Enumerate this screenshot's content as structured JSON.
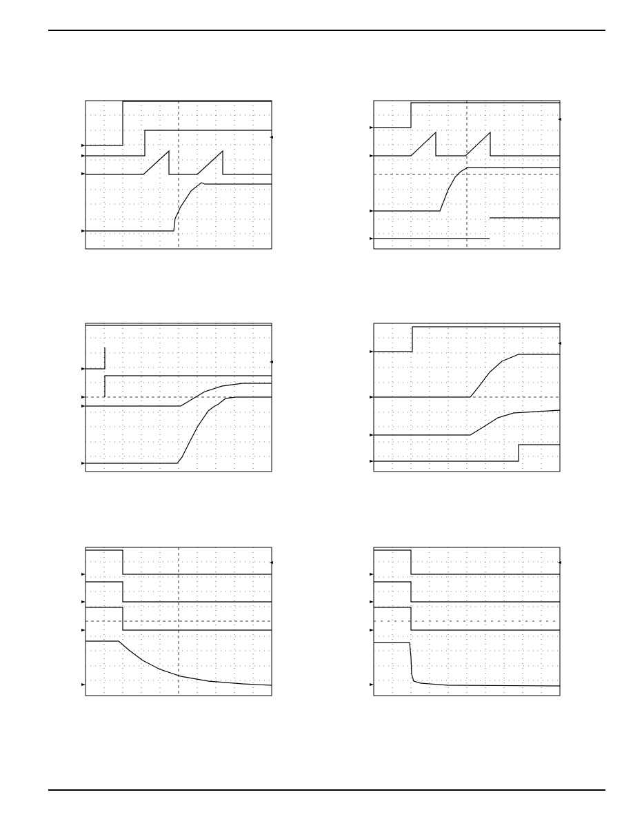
{
  "colors": {
    "ink": "#000000",
    "background": "#ffffff"
  },
  "page": {
    "rules": [
      "top-rule",
      "bottom-rule"
    ]
  },
  "scopes": [
    {
      "id": "scope-1",
      "description_none": "",
      "cursor": true,
      "right_marker": true,
      "channel_markers": 4
    },
    {
      "id": "scope-2",
      "description_none": "",
      "cursor": true,
      "right_marker": true,
      "channel_markers": 4
    },
    {
      "id": "scope-3",
      "description_none": "",
      "cursor": false,
      "right_marker": true,
      "channel_markers": 4
    },
    {
      "id": "scope-4",
      "description_none": "",
      "cursor": false,
      "right_marker": true,
      "channel_markers": 4
    },
    {
      "id": "scope-5",
      "description_none": "",
      "cursor": true,
      "right_marker": true,
      "channel_markers": 4
    },
    {
      "id": "scope-6",
      "description_none": "",
      "cursor": false,
      "right_marker": true,
      "channel_markers": 4
    }
  ]
}
